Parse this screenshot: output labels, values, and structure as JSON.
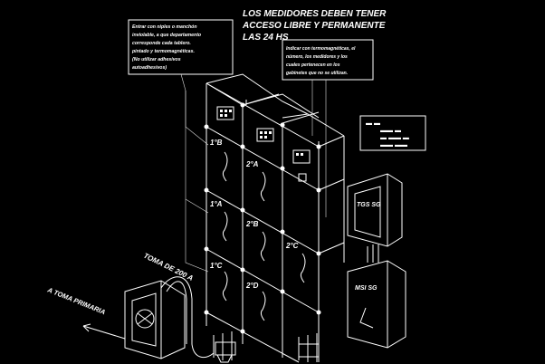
{
  "title_lines": [
    "LOS MEDIDORES DEBEN TENER",
    "ACCESO LIBRE Y PERMANENTE",
    "LAS 24 HS"
  ],
  "note_left": [
    "Entrar con niples o manchón",
    "inviolable, a que departamento",
    "corresponde cada tablero.",
    "pintado y termomagnéticas.",
    "(No utilizar adhesivos",
    "autoadhesivos)"
  ],
  "note_right": [
    "Indicar con termomagnéticas, el",
    "número, los medidores y los",
    "cuales pertenecen en los",
    "gabinetes que no se utilizan."
  ],
  "labels": {
    "toma_200": "TOMA DE 200 A",
    "toma_primaria": "A TOMA PRIMARIA",
    "tgsg": "TGS SG",
    "msi": "MSI SG"
  },
  "apartments": [
    "1°B",
    "2°A",
    "1°A",
    "2°B",
    "2°C",
    "1°C",
    "2°D"
  ],
  "legend_marks": [
    "▬ ▬",
    "▬▬ ▬",
    "▬ ▬▬ ▬",
    "▬▬ ▬▬"
  ]
}
